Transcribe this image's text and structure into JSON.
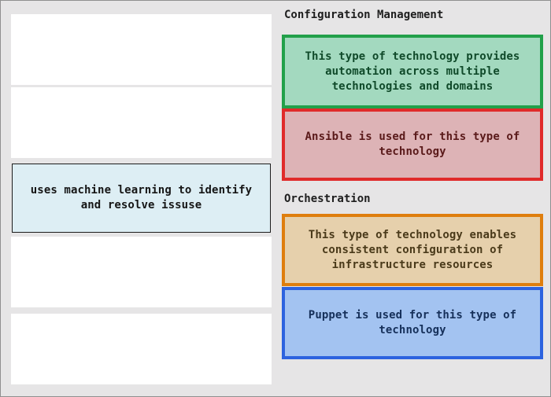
{
  "left_column": {
    "placed_item": "uses machine learning to identify and resolve issuse"
  },
  "categories": {
    "configuration_management": "Configuration Management",
    "orchestration": "Orchestration"
  },
  "targets": [
    "This type of technology provides automation across multiple technologies and domains",
    "Ansible is used for this type of technology",
    "This type of technology enables consistent configuration of infrastructure resources",
    "Puppet is used for this type of technology"
  ],
  "colors": {
    "green": "#22a04a",
    "red": "#e02a2a",
    "orange": "#df7e0e",
    "blue": "#2d63df"
  }
}
